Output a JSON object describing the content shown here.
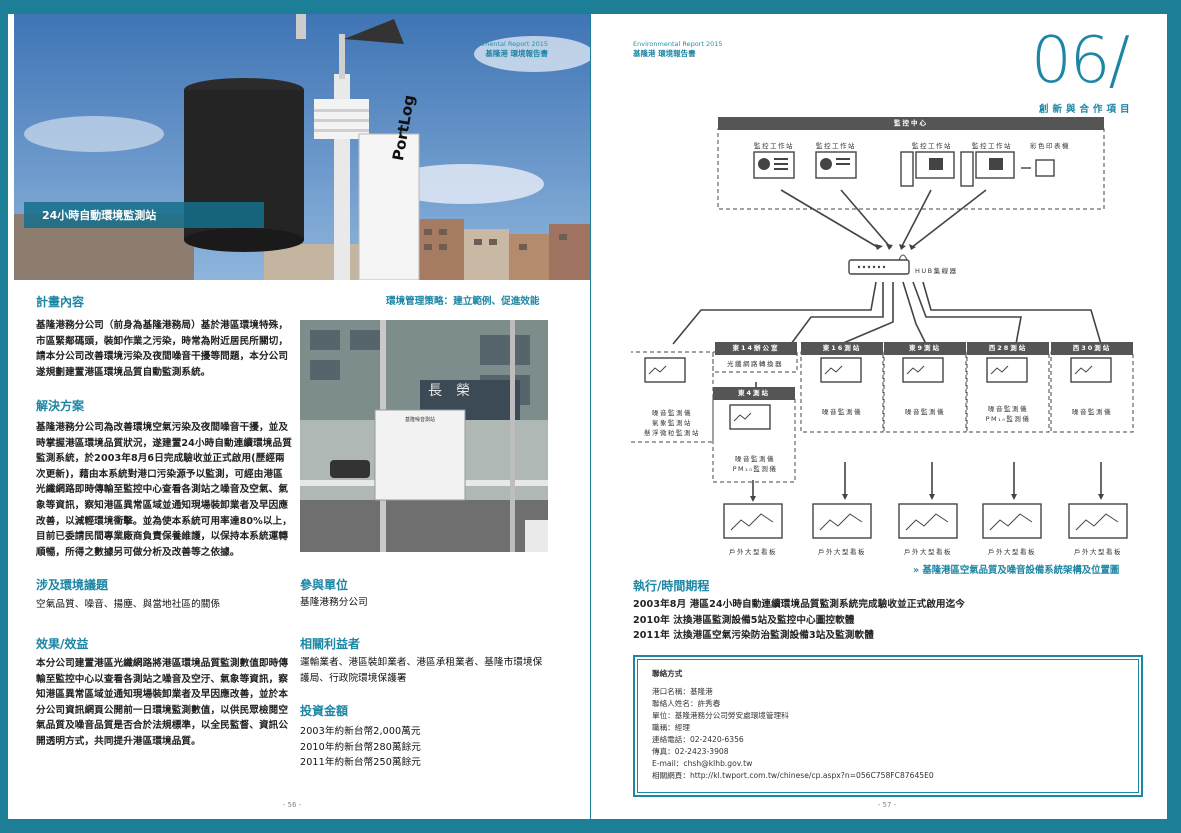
{
  "left": {
    "photo_caption": "24小時自動環境監測站",
    "photo_logo": "PortLog",
    "sec_plan": "計畫內容",
    "strategy": "環境管理策略：建立範例、促進效能",
    "plan_text": "基隆港務分公司（前身為基隆港務局）基於港區環境特殊，市區緊鄰碼頭，裝卸作業之污染，時常為附近居民所關切，請本分公司改善環境污染及夜間噪音干擾等問題，本分公司遂規劃建置港區環境品質自動監測系統。",
    "sec_solution": "解決方案",
    "solution_text": "基隆港務分公司為改善環境空氣污染及夜間噪音干擾，並及時掌握港區環境品質狀況，遂建置24小時自動連續環境品質監測系統，於2003年8月6日完成驗收並正式啟用(歷經兩次更新)，藉由本系統對港口污染源予以監測，可經由港區光纖網路即時傳輸至監控中心查看各測站之噪音及空氣、氣象等資訊，察知港區異常區域並通知現場裝卸業者及早因應改善，以減輕環境衝擊。並為使本系統可用率達80%以上，目前已委請民間專業廠商負責保養維護，以保持本系統運轉順暢，所得之數據另可做分析及改善等之依據。",
    "photo2_sign": "基隆噪音測站",
    "photo2_sign2": "長榮",
    "sec_issues": "涉及環境議題",
    "issues_text": "空氣品質、噪音、揚塵、與當地社區的關係",
    "sec_unit": "參與單位",
    "unit_text": "基隆港務分公司",
    "sec_effect": "效果/效益",
    "effect_text": "本分公司建置港區光纖網路將港區環境品質監測數值即時傳輸至監控中心以查看各測站之噪音及空汙、氣象等資訊，察知港區異常區域並通知現場裝卸業者及早因應改善，並於本分公司資訊網頁公開前一日環境監測數值，以供民眾檢閱空氣品質及噪音品質是否合於法規標準，以全民監督、資訊公開透明方式，共同提升港區環境品質。",
    "sec_stake": "相關利益者",
    "stake_text": "運輸業者、港區裝卸業者、港區承租業者、基隆市環境保護局、行政院環境保護署",
    "sec_invest": "投資金額",
    "invest": [
      "2003年約新台幣2,000萬元",
      "2010年約新台幣280萬餘元",
      "2011年約新台幣250萬餘元"
    ],
    "page_num": "- 56 -"
  },
  "right": {
    "run_en_l": "Environmental Report 2015",
    "run_zh_l": "基隆港 環境報告書",
    "run_en_r": "Environmental Report 2015",
    "run_zh_r": "基隆港 環境報告書",
    "chapter_num": "06/",
    "chapter_title": "創新與合作項目",
    "diagram": {
      "center_title": "監控中心",
      "workstations": [
        "監控工作站",
        "監控工作站",
        "監控工作站",
        "監控工作站"
      ],
      "printer": "彩色印表機",
      "hub": "HUB集線器",
      "stations": [
        {
          "name": "",
          "desc1": "噪音監測儀",
          "desc2": "氣象監測站",
          "desc3": "懸浮微粒監測站"
        },
        {
          "name": "東14辦公室",
          "desc1": "光纖網路轉換器",
          "desc2": "",
          "desc3": ""
        },
        {
          "name": "東16測站",
          "desc1": "噪音監測儀",
          "desc2": "",
          "desc3": ""
        },
        {
          "name": "東9測站",
          "desc1": "噪音監測儀",
          "desc2": "",
          "desc3": ""
        },
        {
          "name": "西28測站",
          "desc1": "噪音監測儀",
          "desc2": "PM₁₀監測儀",
          "desc3": ""
        },
        {
          "name": "西30測站",
          "desc1": "噪音監測儀",
          "desc2": "",
          "desc3": ""
        }
      ],
      "east4": {
        "name": "東4測站",
        "desc1": "噪音監測儀",
        "desc2": "PM₁₀監測儀"
      },
      "boards": [
        "戶外大型看板",
        "戶外大型看板",
        "戶外大型看板",
        "戶外大型看板",
        "戶外大型看板"
      ]
    },
    "diagram_caption": "» 基隆港區空氣品質及噪音設備系統架構及位置圖",
    "sec_schedule": "執行/時間期程",
    "schedule": [
      "2003年8月 港區24小時自動連續環境品質監測系統完成驗收並正式啟用迄今",
      "2010年 汰換港區監測設備5站及監控中心圖控軟體",
      "2011年 汰換港區空氣污染防治監測設備3站及監測軟體"
    ],
    "contact": {
      "title": "聯絡方式",
      "lines": [
        "港口名稱：基隆港",
        "聯絡人姓名：許秀春",
        "單位：基隆港務分公司勞安處環境管理科",
        "職稱：經理",
        "連絡電話：02-2420-6356",
        "傳真：02-2423-3908",
        "E-mail：chsh@klhb.gov.tw",
        "相關網頁：http://kl.twport.com.tw/chinese/cp.aspx?n=056C758FC87645E0"
      ]
    },
    "page_num": "- 57 -"
  }
}
